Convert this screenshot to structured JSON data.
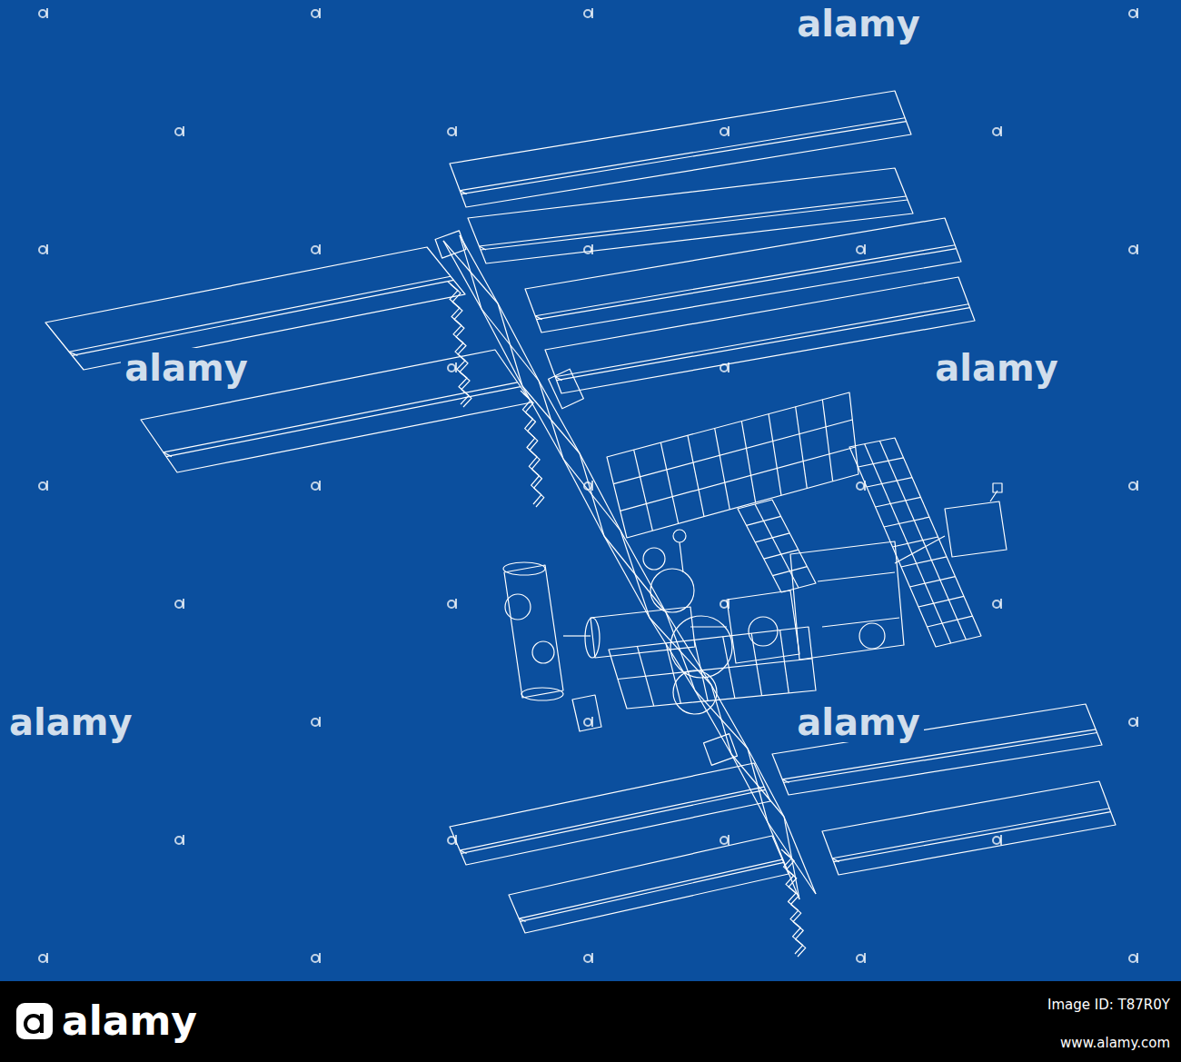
{
  "diagram": {
    "labels": [
      "alamy",
      "alamy",
      "alamy",
      "alamy",
      "alamy",
      "alamy",
      "Image ID: T87R0Y",
      "www.alamy.com"
    ]
  }
}
